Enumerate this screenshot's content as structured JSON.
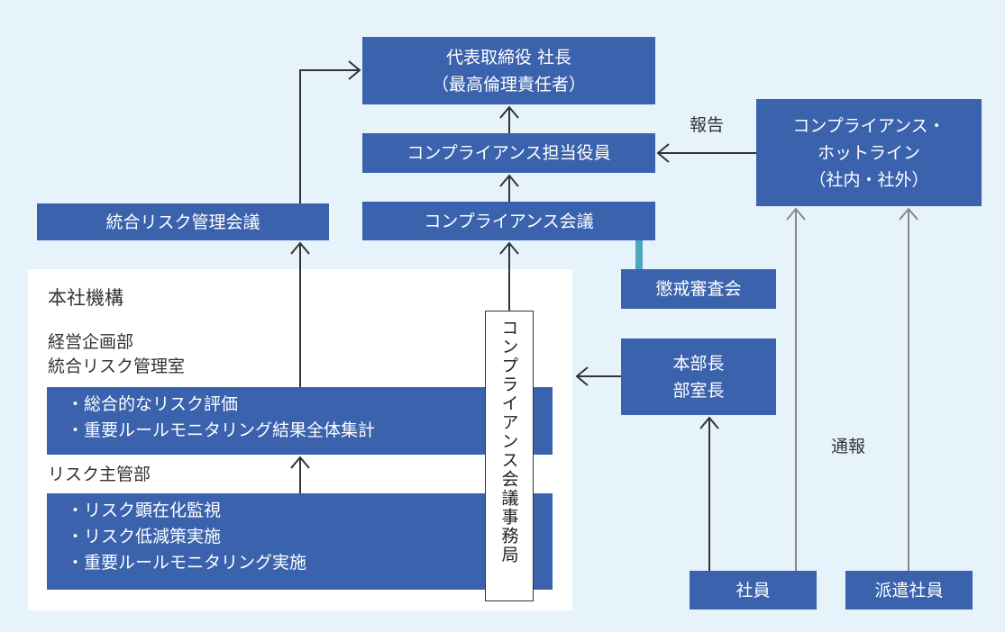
{
  "ceo": {
    "line1": "代表取締役 社長",
    "line2": "（最高倫理責任者）"
  },
  "officer": "コンプライアンス担当役員",
  "council": "コンプライアンス会議",
  "risk_council": "統合リスク管理会議",
  "discipline": "懲戒審査会",
  "hotline": {
    "line1": "コンプライアンス・",
    "line2": "ホットライン",
    "line3": "（社内・社外）"
  },
  "report_label": "報告",
  "notify_label": "通報",
  "division_heads": {
    "line1": "本部長",
    "line2": "部室長"
  },
  "employee": "社員",
  "temp_employee": "派遣社員",
  "secretariat": "コンプライアンス会議事務局",
  "hq": {
    "title": "本社機構",
    "dept1_line1": "経営企画部",
    "dept1_line2": "統合リスク管理室",
    "dept1_items": [
      "・総合的なリスク評価",
      "・重要ルールモニタリング結果全体集計"
    ],
    "dept2_title": "リスク主管部",
    "dept2_items": [
      "・リスク顕在化監視",
      "・リスク低減策実施",
      "・重要ルールモニタリング実施"
    ]
  },
  "colors": {
    "box": "#3a62ad",
    "background": "#e6f3fb",
    "arrow": "#333333",
    "hotline_arrow": "#888888",
    "connector": "#4aa7bf"
  }
}
